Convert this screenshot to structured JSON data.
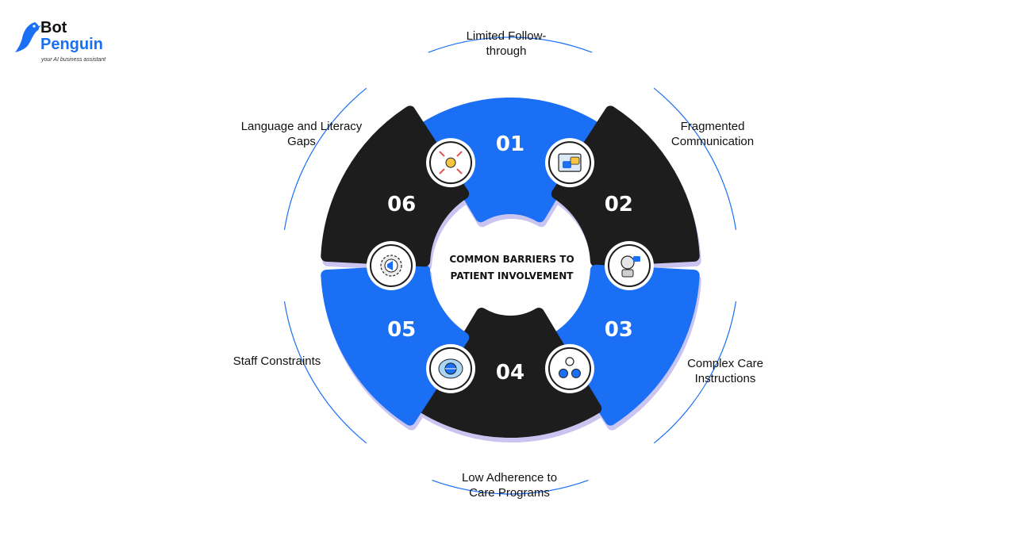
{
  "brand": {
    "name_line1": "Bot",
    "name_line2": "Penguin",
    "tagline": "your AI business assistant",
    "colors": {
      "blue": "#1a6ff5",
      "dark": "#1d1d1d"
    }
  },
  "center_title": {
    "line1": "COMMON BARRIERS TO",
    "line2": "PATIENT INVOLVEMENT"
  },
  "segments": [
    {
      "number": "01",
      "color": "#1a6ff5",
      "icon": "dollar-arrows-icon",
      "label_lines": [
        "Limited Follow-",
        "through"
      ]
    },
    {
      "number": "02",
      "color": "#1d1d1d",
      "icon": "chat-window-icon",
      "label_lines": [
        "Fragmented",
        "Communication"
      ]
    },
    {
      "number": "03",
      "color": "#1a6ff5",
      "icon": "robot-support-icon",
      "label_lines": [
        "Complex Care",
        "Instructions"
      ]
    },
    {
      "number": "04",
      "color": "#1d1d1d",
      "icon": "people-network-icon",
      "label_lines": [
        "Low Adherence to",
        "Care Programs"
      ]
    },
    {
      "number": "05",
      "color": "#1a6ff5",
      "icon": "globe-cloud-icon",
      "label_lines": [
        "Staff Constraints"
      ]
    },
    {
      "number": "06",
      "color": "#1d1d1d",
      "icon": "gear-megaphone-icon",
      "label_lines": [
        "Language and Literacy",
        "Gaps"
      ]
    }
  ]
}
